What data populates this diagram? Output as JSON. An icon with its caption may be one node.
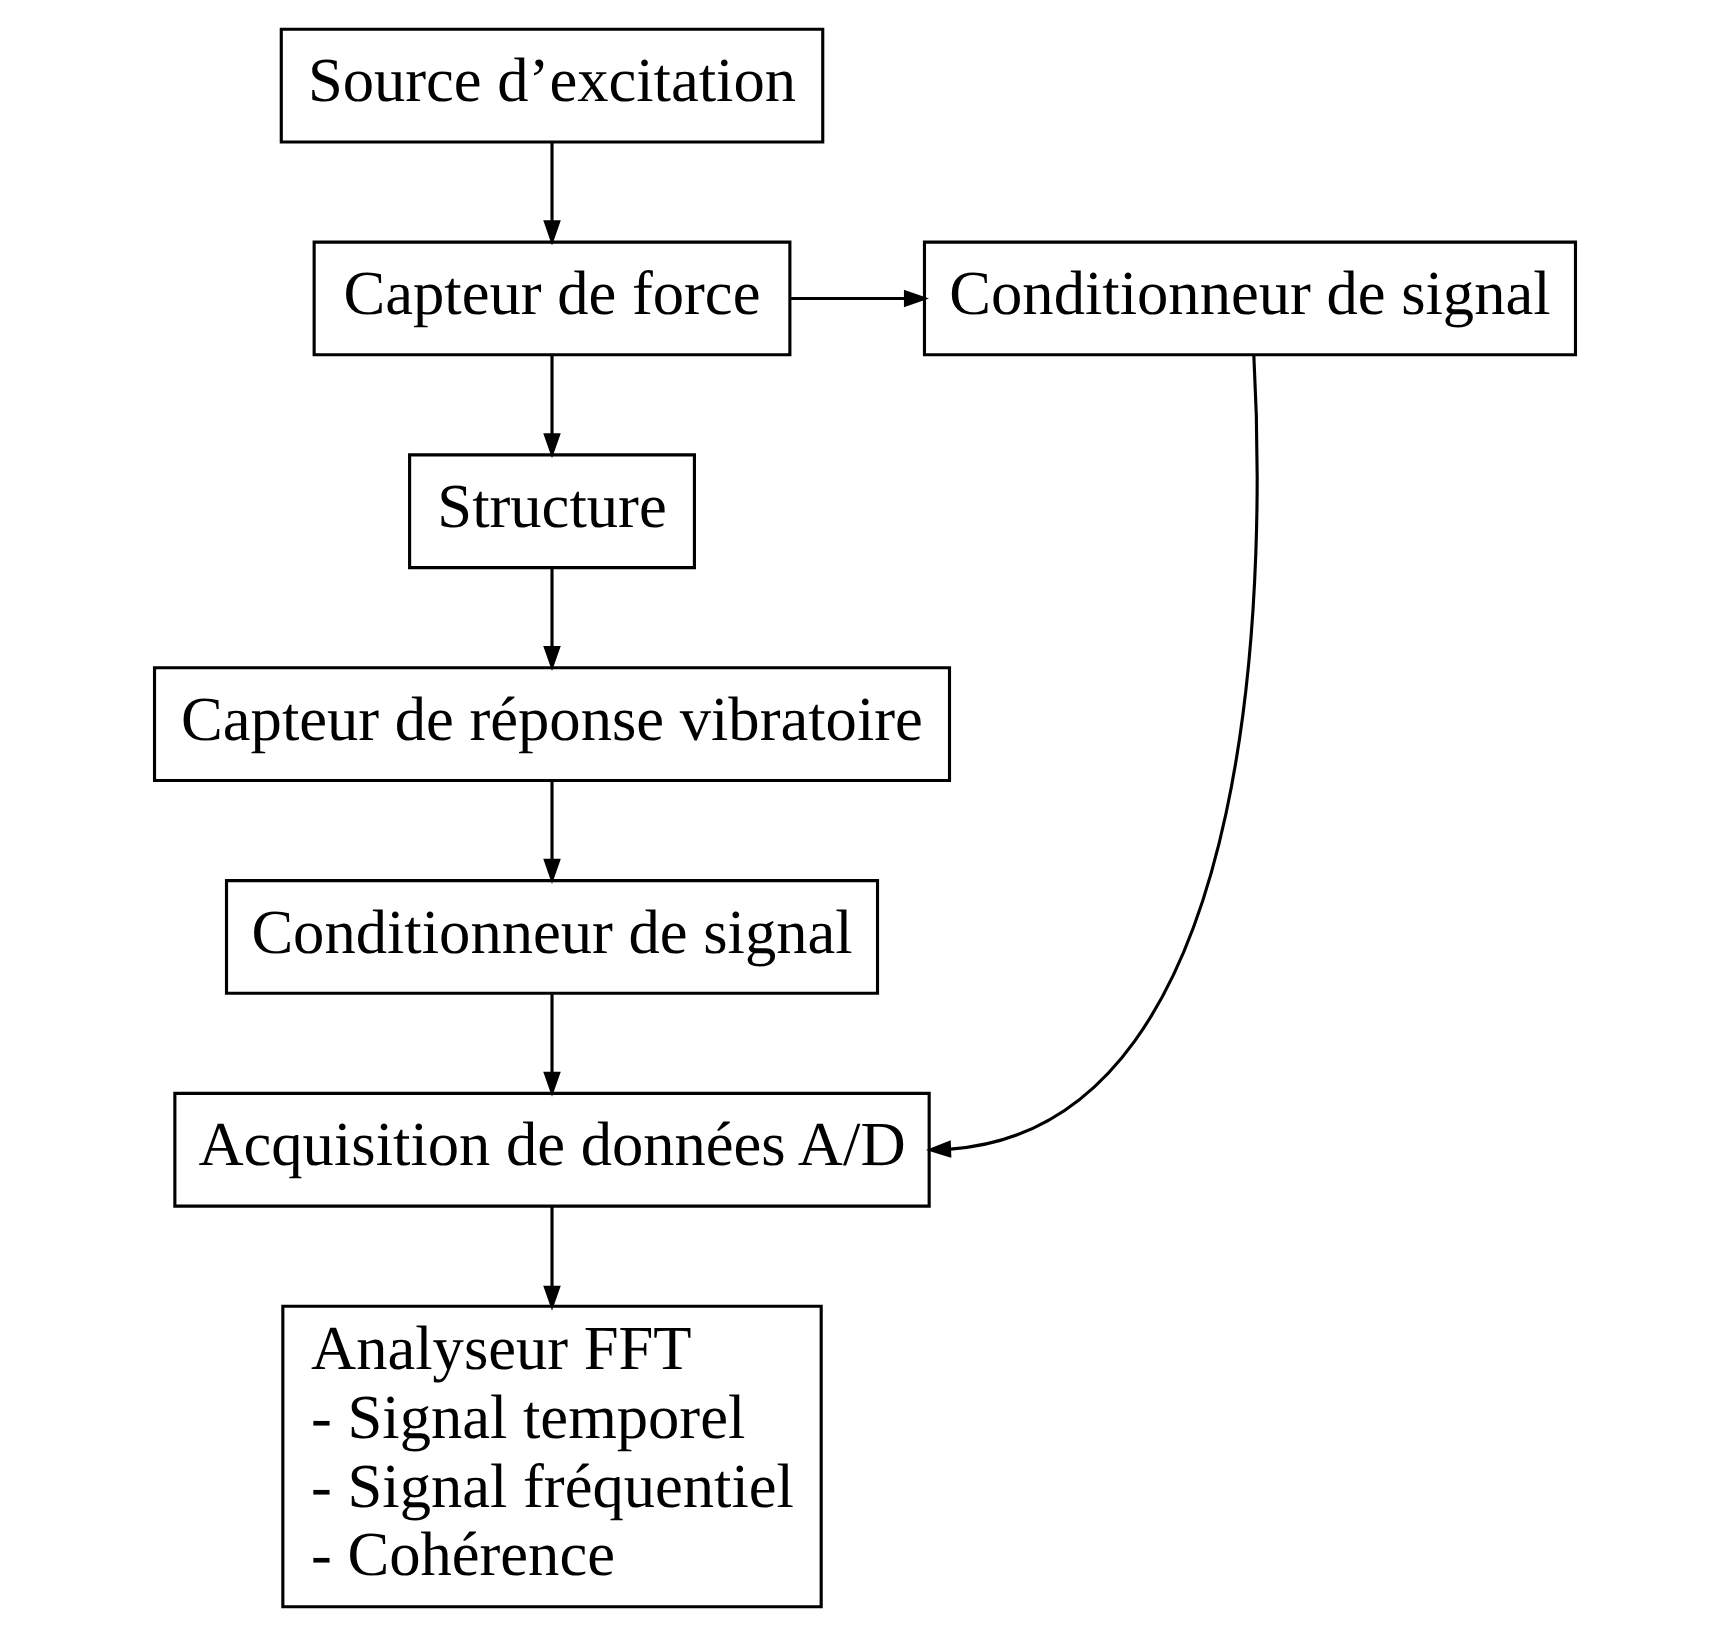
{
  "diagram": {
    "nodes": [
      {
        "text": [
          "Source d’excitation"
        ]
      },
      {
        "text": [
          "Capteur de force"
        ]
      },
      {
        "text": [
          "Conditionneur de signal"
        ]
      },
      {
        "text": [
          "Structure"
        ]
      },
      {
        "text": [
          "Capteur de réponse vibratoire"
        ]
      },
      {
        "text": [
          "Conditionneur de signal"
        ]
      },
      {
        "text": [
          "Acquisition de données A/D"
        ]
      },
      {
        "text": [
          "Analyseur FFT",
          "- Signal temporel",
          "- Signal fréquentiel",
          "- Cohérence"
        ]
      }
    ],
    "edges": [
      {
        "from": 0,
        "to": 1,
        "arrow": "to"
      },
      {
        "from": 1,
        "to": 2,
        "arrow": "to"
      },
      {
        "from": 1,
        "to": 3,
        "arrow": "to"
      },
      {
        "from": 3,
        "to": 4,
        "arrow": "to"
      },
      {
        "from": 4,
        "to": 5,
        "arrow": "to"
      },
      {
        "from": 5,
        "to": 6,
        "arrow": "to"
      },
      {
        "from": 2,
        "to": 6,
        "arrow": "to"
      },
      {
        "from": 6,
        "to": 7,
        "arrow": "to"
      }
    ]
  }
}
